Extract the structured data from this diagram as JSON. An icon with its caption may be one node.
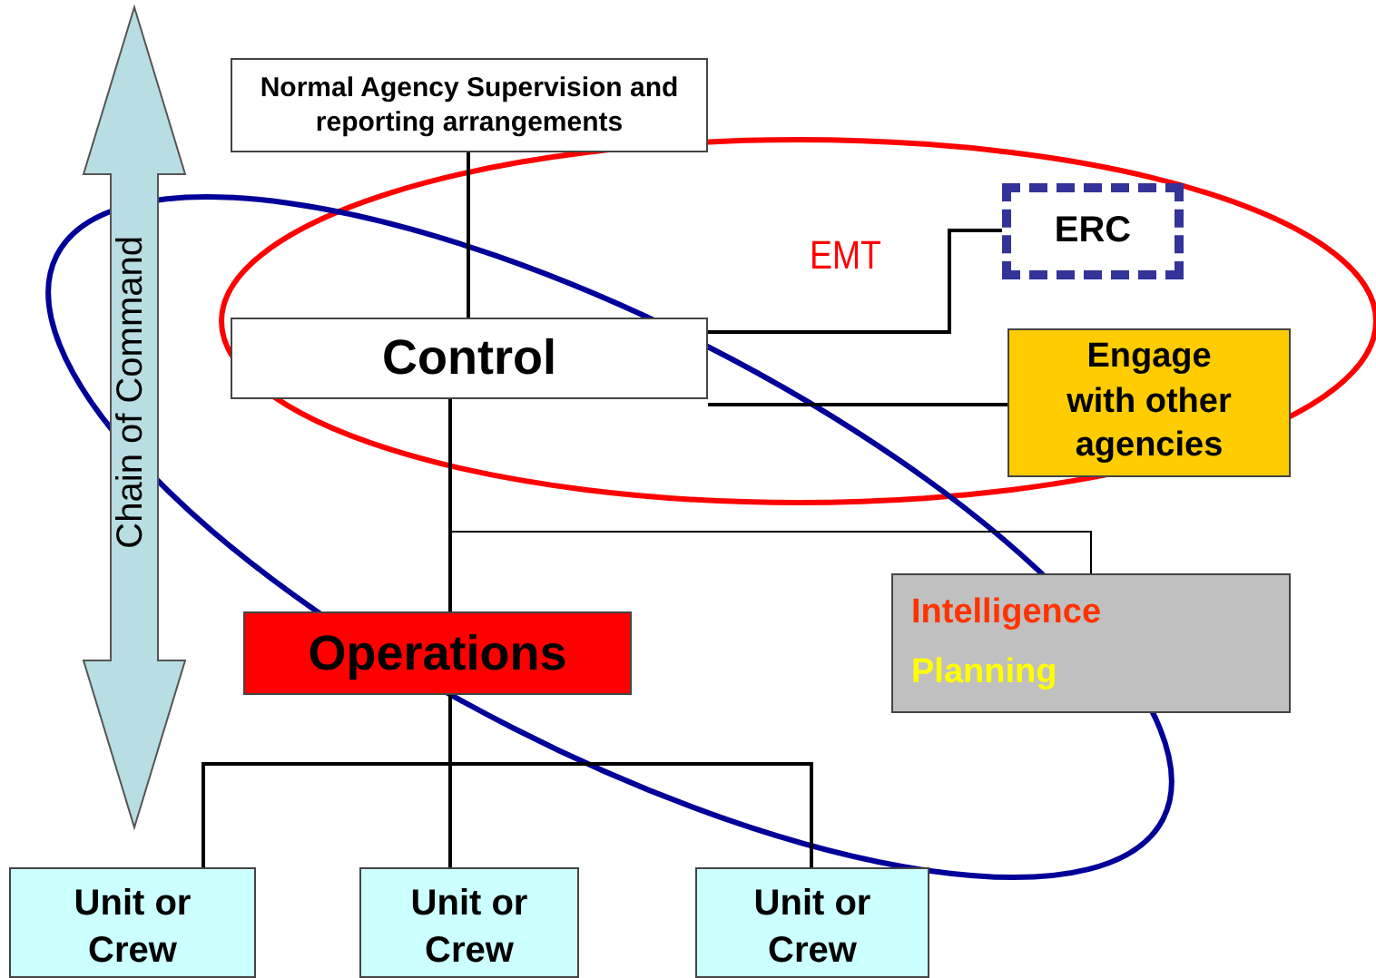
{
  "diagram": {
    "nodes": [
      {
        "text": [
          "Normal Agency Supervision and reporting arrangements"
        ]
      },
      {
        "text": [
          "Control"
        ]
      },
      {
        "text": [
          "ERC"
        ]
      },
      {
        "text": [
          "Engage with other agencies"
        ]
      },
      {
        "text": [
          "Intelligence",
          "Planning"
        ]
      },
      {
        "text": [
          "Operations"
        ]
      },
      {
        "text": [
          "Unit or Crew"
        ]
      },
      {
        "text": [
          "Unit or Crew"
        ]
      },
      {
        "text": [
          "Unit or Crew"
        ]
      }
    ],
    "edges": [
      {
        "from": 0,
        "to": 1,
        "arrow": "none"
      },
      {
        "from": 1,
        "to": 2,
        "arrow": "none"
      },
      {
        "from": 1,
        "to": 3,
        "arrow": "none"
      },
      {
        "from": 1,
        "to": 5,
        "arrow": "none"
      },
      {
        "from": 1,
        "to": 4,
        "arrow": "none"
      },
      {
        "from": 5,
        "to": 6,
        "arrow": "none"
      },
      {
        "from": 5,
        "to": 7,
        "arrow": "none"
      },
      {
        "from": 5,
        "to": 8,
        "arrow": "none"
      }
    ],
    "labels": [
      "EMT",
      "Chain of Command"
    ]
  }
}
